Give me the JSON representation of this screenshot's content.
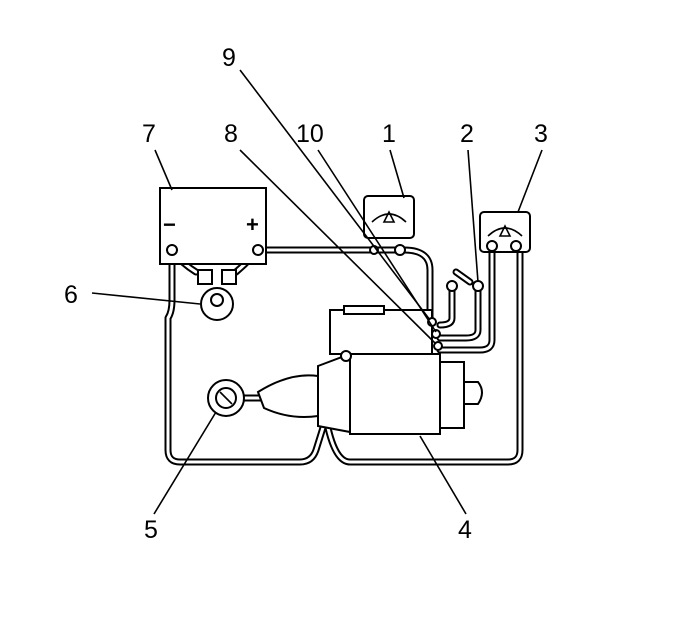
{
  "diagram": {
    "callouts": {
      "c1": "1",
      "c2": "2",
      "c3": "3",
      "c4": "4",
      "c5": "5",
      "c6": "6",
      "c7": "7",
      "c8": "8",
      "c9": "9",
      "c10": "10"
    },
    "battery": {
      "negative_symbol": "−",
      "positive_symbol": "+"
    }
  }
}
